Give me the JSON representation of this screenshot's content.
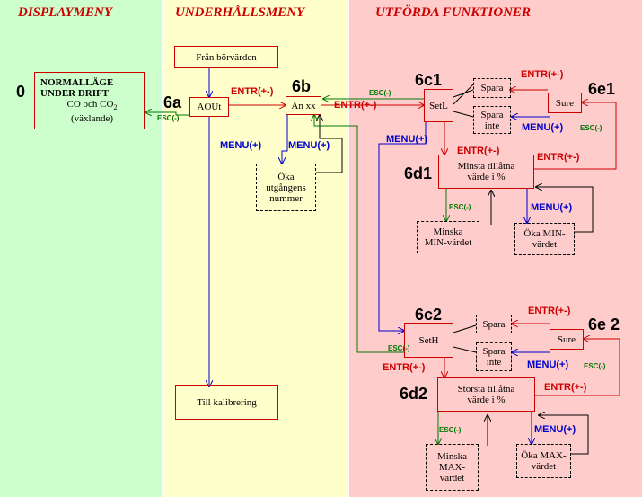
{
  "headers": {
    "display": "DISPLAYMENY",
    "underhall": "UNDERHÅLLSMENY",
    "utforda": "UTFÖRDA FUNKTIONER"
  },
  "nodes": {
    "n0": "0",
    "n6a": "6a",
    "n6b": "6b",
    "n6c1": "6c1",
    "n6e1": "6e1",
    "n6d1": "6d1",
    "n6c2": "6c2",
    "n6e2": "6e 2",
    "n6d2": "6d2"
  },
  "boxes": {
    "normal_line1": "NORMALLÄGE",
    "normal_line2": "UNDER  DRIFT",
    "normal_line3": "CO och CO",
    "normal_line3_sub": "2",
    "normal_line4": "(växlande)",
    "fran_borvarden": "Från börvärden",
    "aout": "AOUt",
    "an_xx": "An  xx",
    "oka_utg_1": "Öka",
    "oka_utg_2": "utgångens",
    "oka_utg_3": "nummer",
    "till_kalibrering": "Till  kalibrering",
    "setl": "SetL",
    "spara1": "Spara",
    "spara_inte1_a": "Spara",
    "spara_inte1_b": "inte",
    "sure1": "Sure",
    "minsta_a": "Minsta tillåtna",
    "minsta_b": "värde i %",
    "minska_min_a": "Minska",
    "minska_min_b": "MIN-värdet",
    "oka_min_a": "Öka MIN-",
    "oka_min_b": "värdet",
    "seth": "SetH",
    "spara2": "Spara",
    "spara_inte2_a": "Spara",
    "spara_inte2_b": "inte",
    "sure2": "Sure",
    "storsta_a": "Största tillåtna",
    "storsta_b": "värde i %",
    "minska_max_a": "Minska",
    "minska_max_b": "MAX-",
    "minska_max_c": "värdet",
    "oka_max_a": "Öka MAX-",
    "oka_max_b": "värdet"
  },
  "labels": {
    "entr": "ENTR(+-)",
    "menu": "MENU(+)",
    "esc": "ESC(-)"
  },
  "colors": {
    "display_bg": "#ccffcc",
    "underhall_bg": "#ffffcc",
    "utforda_bg": "#ffcccc",
    "entr": "#cc0000",
    "menu": "#0000cc",
    "esc": "#007700"
  }
}
